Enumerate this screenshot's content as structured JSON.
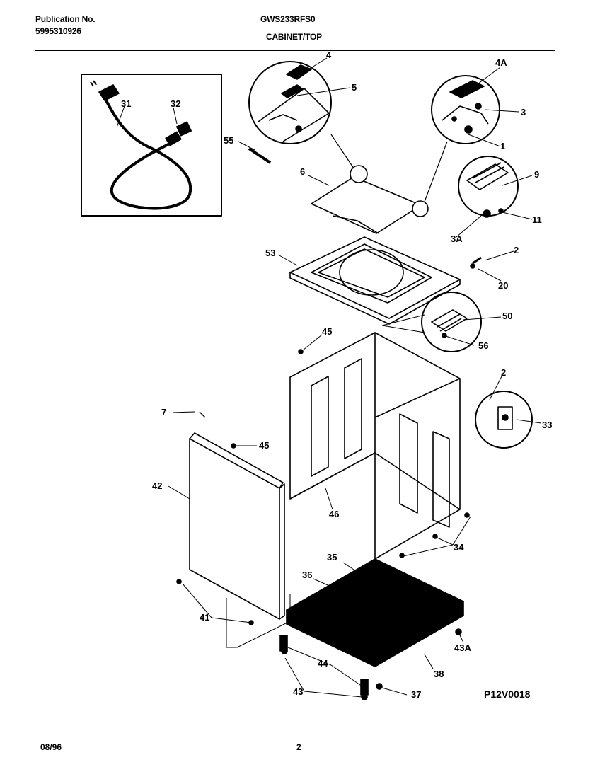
{
  "header": {
    "publication_label": "Publication No.",
    "publication_number": "5995310926",
    "model": "GWS233RFS0",
    "section": "CABINET/TOP"
  },
  "callouts": {
    "c4": "4",
    "c4a": "4A",
    "c5": "5",
    "c3": "3",
    "c1": "1",
    "c31": "31",
    "c32": "32",
    "c55": "55",
    "c6": "6",
    "c9": "9",
    "c11": "11",
    "c3a": "3A",
    "c53": "53",
    "c2a": "2",
    "c20": "20",
    "c50": "50",
    "c56": "56",
    "c45a": "45",
    "c2b": "2",
    "c33": "33",
    "c7": "7",
    "c45b": "45",
    "c42": "42",
    "c46": "46",
    "c34": "34",
    "c35": "35",
    "c36": "36",
    "c41": "41",
    "c43a": "43A",
    "c44": "44",
    "c38": "38",
    "c43": "43",
    "c37": "37"
  },
  "diagram_code": "P12V0018",
  "footer": {
    "date": "08/96",
    "page": "2"
  }
}
